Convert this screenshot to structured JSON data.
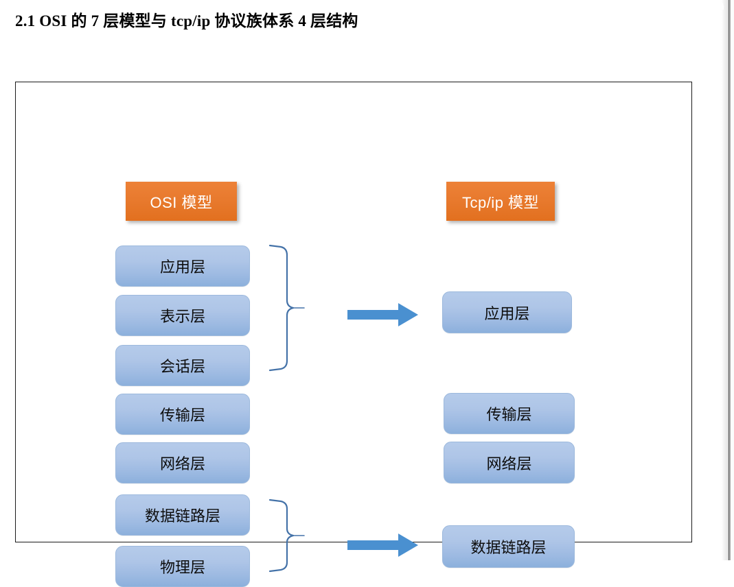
{
  "document": {
    "heading": "2.1 OSI 的 7 层模型与 tcp/ip 协议族体系 4 层结构"
  },
  "diagram": {
    "osi_column": {
      "header": "OSI 模型",
      "header_color": "#e8792c",
      "layers": [
        {
          "label": "应用层"
        },
        {
          "label": "表示层"
        },
        {
          "label": "会话层"
        },
        {
          "label": "传输层"
        },
        {
          "label": "网络层"
        },
        {
          "label": "数据链路层"
        },
        {
          "label": "物理层"
        }
      ]
    },
    "tcpip_column": {
      "header": "Tcp/ip 模型",
      "header_color": "#e8792c",
      "layers": [
        {
          "label": "应用层"
        },
        {
          "label": "传输层"
        },
        {
          "label": "网络层"
        },
        {
          "label": "数据链路层"
        }
      ]
    },
    "connectors": [
      {
        "name": "upper",
        "groups": [
          "应用层",
          "表示层",
          "会话层"
        ],
        "maps_to": "应用层"
      },
      {
        "name": "lower",
        "groups": [
          "数据链路层",
          "物理层"
        ],
        "maps_to": "数据链路层"
      }
    ],
    "colors": {
      "layer_box_top": "#b5cbea",
      "layer_box_bottom": "#8cb0dc",
      "layer_box_border": "#9bb8dc",
      "brace": "#4472a8",
      "arrow": "#4a90d0",
      "frame_border": "#1a1a1a"
    }
  },
  "viewer": {
    "scrollbar": {
      "name": "vertical-scrollbar"
    }
  }
}
